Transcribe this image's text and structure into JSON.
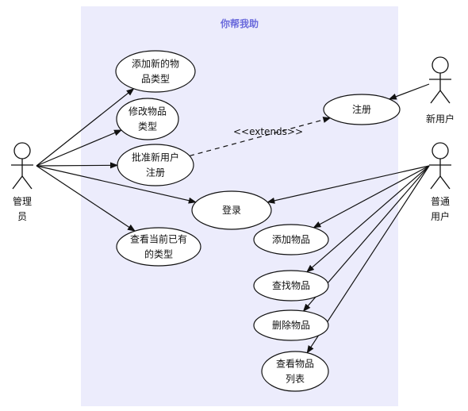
{
  "system": {
    "title": "你帮我助",
    "fill": "#ececfc"
  },
  "actors": [
    {
      "id": "admin",
      "lines": [
        "管理",
        "员"
      ]
    },
    {
      "id": "newuser",
      "lines": [
        "新用户"
      ]
    },
    {
      "id": "user",
      "lines": [
        "普通",
        "用户"
      ]
    }
  ],
  "usecases": [
    {
      "id": "uc-add-type",
      "lines": [
        "添加新的物",
        "品类型"
      ]
    },
    {
      "id": "uc-edit-item",
      "lines": [
        "修改物品",
        "类型"
      ]
    },
    {
      "id": "uc-approve",
      "lines": [
        "批准新用户",
        "注册"
      ]
    },
    {
      "id": "uc-register",
      "lines": [
        "注册"
      ]
    },
    {
      "id": "uc-login",
      "lines": [
        "登录"
      ]
    },
    {
      "id": "uc-view-types",
      "lines": [
        "查看当前已有",
        "的类型"
      ]
    },
    {
      "id": "uc-add-item",
      "lines": [
        "添加物品"
      ]
    },
    {
      "id": "uc-find-item",
      "lines": [
        "查找物品"
      ]
    },
    {
      "id": "uc-delete-item",
      "lines": [
        "删除物品"
      ]
    },
    {
      "id": "uc-list-items",
      "lines": [
        "查看物品",
        "列表"
      ]
    }
  ],
  "associations": [
    {
      "from": "admin",
      "to": "uc-add-type"
    },
    {
      "from": "admin",
      "to": "uc-edit-item"
    },
    {
      "from": "admin",
      "to": "uc-approve"
    },
    {
      "from": "admin",
      "to": "uc-login"
    },
    {
      "from": "admin",
      "to": "uc-view-types"
    },
    {
      "from": "newuser",
      "to": "uc-register"
    },
    {
      "from": "user",
      "to": "uc-login"
    },
    {
      "from": "user",
      "to": "uc-add-item"
    },
    {
      "from": "user",
      "to": "uc-find-item"
    },
    {
      "from": "user",
      "to": "uc-delete-item"
    },
    {
      "from": "user",
      "to": "uc-list-items"
    }
  ],
  "extends": [
    {
      "from": "uc-approve",
      "to": "uc-register",
      "label": "<<extends>>"
    }
  ]
}
